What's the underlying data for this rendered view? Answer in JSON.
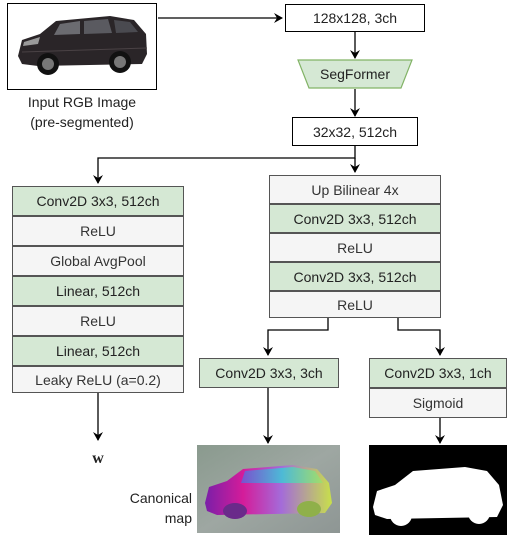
{
  "input": {
    "caption_line1": "Input RGB Image",
    "caption_line2": "(pre-segmented)"
  },
  "nodes": {
    "resize": "128x128, 3ch",
    "segformer": "SegFormer",
    "features": "32x32, 512ch"
  },
  "left_branch": [
    "Conv2D 3x3, 512ch",
    "ReLU",
    "Global AvgPool",
    "Linear, 512ch",
    "ReLU",
    "Linear, 512ch",
    "Leaky ReLU (a=0.2)"
  ],
  "left_output": "w",
  "middle_branch": [
    "Up Bilinear 4x",
    "Conv2D 3x3, 512ch",
    "ReLU",
    "Conv2D 3x3, 512ch",
    "ReLU"
  ],
  "head_canonical": "Conv2D 3x3, 3ch",
  "head_mask": [
    "Conv2D 3x3, 1ch",
    "Sigmoid"
  ],
  "outputs": {
    "canonical_line1": "Canonical",
    "canonical_line2": "map"
  },
  "colors": {
    "green_fill": "#d5e8d4",
    "grey_fill": "#f5f5f5",
    "stroke": "#000000"
  }
}
